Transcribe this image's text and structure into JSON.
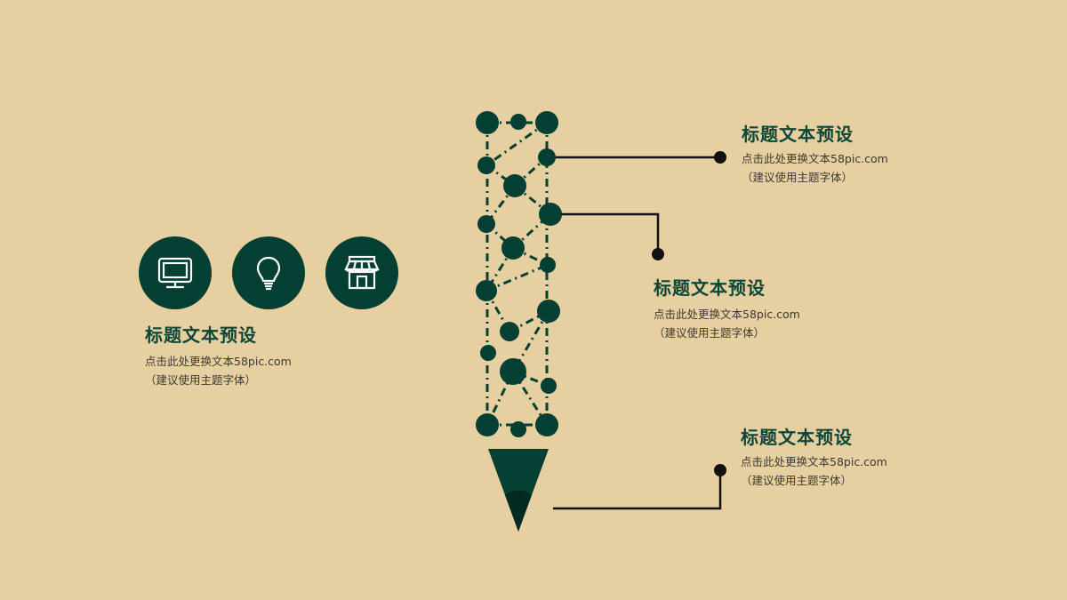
{
  "colors": {
    "background": "#e6cfa0",
    "primary": "#033f32",
    "tip_shadow": "#022a22",
    "connector": "#111111",
    "title": "#0b4636",
    "text": "#3d3a30"
  },
  "left_panel": {
    "icons": [
      {
        "name": "monitor-icon"
      },
      {
        "name": "lightbulb-icon"
      },
      {
        "name": "storefront-icon"
      }
    ],
    "title": "标题文本预设",
    "desc_line1": "点击此处更换文本58pic.com",
    "desc_line2": "（建议使用主题字体）"
  },
  "callouts": [
    {
      "title": "标题文本预设",
      "desc_line1": "点击此处更换文本58pic.com",
      "desc_line2": "（建议使用主题字体）"
    },
    {
      "title": "标题文本预设",
      "desc_line1": "点击此处更换文本58pic.com",
      "desc_line2": "（建议使用主题字体）"
    },
    {
      "title": "标题文本预设",
      "desc_line1": "点击此处更换文本58pic.com",
      "desc_line2": "（建议使用主题字体）"
    }
  ]
}
